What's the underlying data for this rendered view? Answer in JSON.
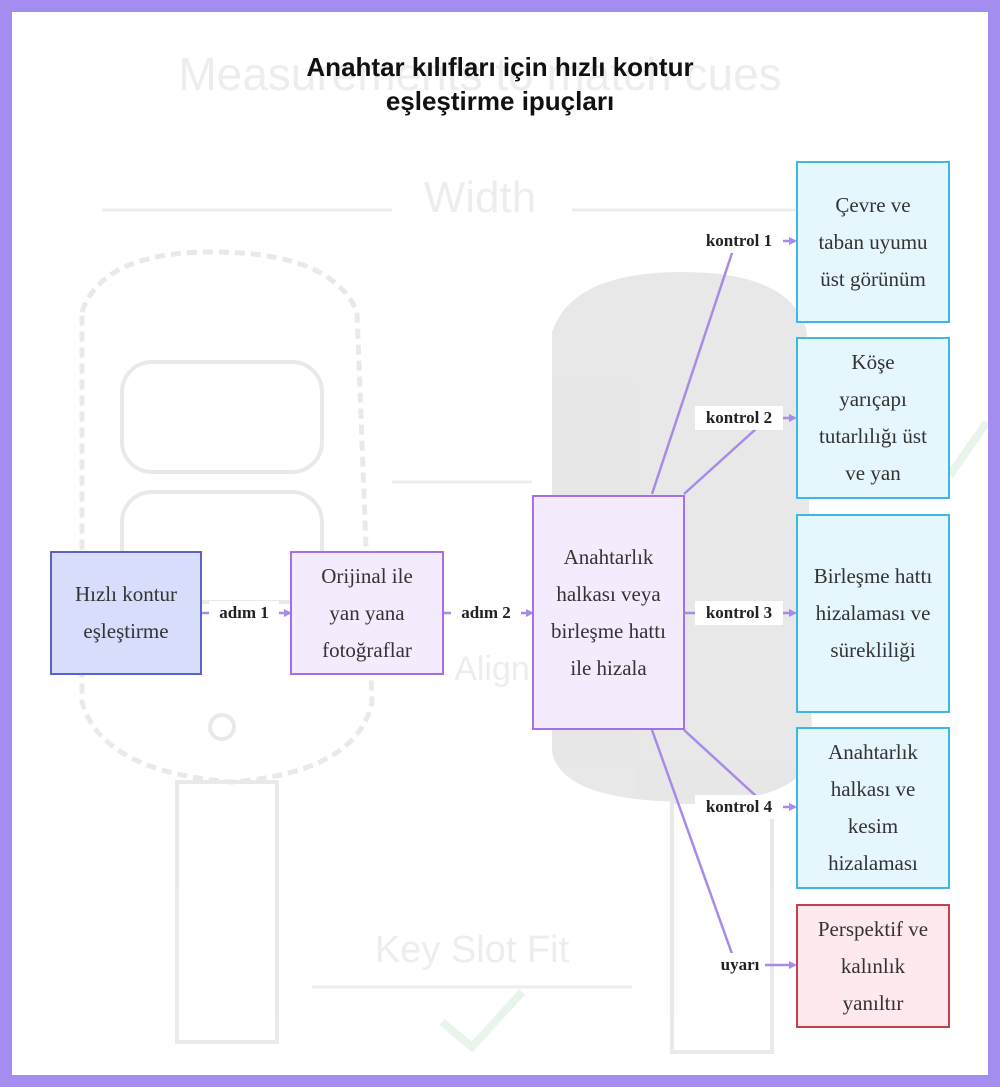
{
  "title_lines": [
    "Anahtar kılıfları için hızlı kontur",
    "eşleştirme ipuçları"
  ],
  "nodes": {
    "start": {
      "text": "Hızlı kontur eşleştirme",
      "fill": "#d8ddfb",
      "stroke": "#5b64c6"
    },
    "photos": {
      "text": "Orijinal ile yan yana fotoğraflar",
      "fill": "#f4ecfd",
      "stroke": "#a66ee8"
    },
    "align": {
      "text": "Anahtarlık halkası veya birleşme hattı ile hizala",
      "fill": "#f4ecfd",
      "stroke": "#a66ee8"
    },
    "check1": {
      "text": "Çevre ve taban uyumu üst görünüm",
      "fill": "#e5f6fd",
      "stroke": "#3db8e6"
    },
    "check2": {
      "text": "Köşe yarıçapı tutarlılığı üst ve yan",
      "fill": "#e5f6fd",
      "stroke": "#3db8e6"
    },
    "check3": {
      "text": "Birleşme hattı hizalaması ve sürekliliği",
      "fill": "#e5f6fd",
      "stroke": "#3db8e6"
    },
    "check4": {
      "text": "Anahtarlık halkası ve kesim hizalaması",
      "fill": "#e5f6fd",
      "stroke": "#3db8e6"
    },
    "warning": {
      "text": "Perspektif ve kalınlık yanıltır",
      "fill": "#fde9ee",
      "stroke": "#c8404e"
    }
  },
  "edges": {
    "step1": "adım 1",
    "step2": "adım 2",
    "check1": "kontrol 1",
    "check2": "kontrol 2",
    "check3": "kontrol 3",
    "check4": "kontrol 4",
    "warning": "uyarı"
  },
  "colors": {
    "edge": "#a98ae8",
    "frame": "#a58cf0"
  },
  "background_watermark": {
    "measure_text": "Measurements to match cues",
    "width": "Width",
    "align": "Align",
    "key_slot_fit": "Key Slot Fit"
  }
}
